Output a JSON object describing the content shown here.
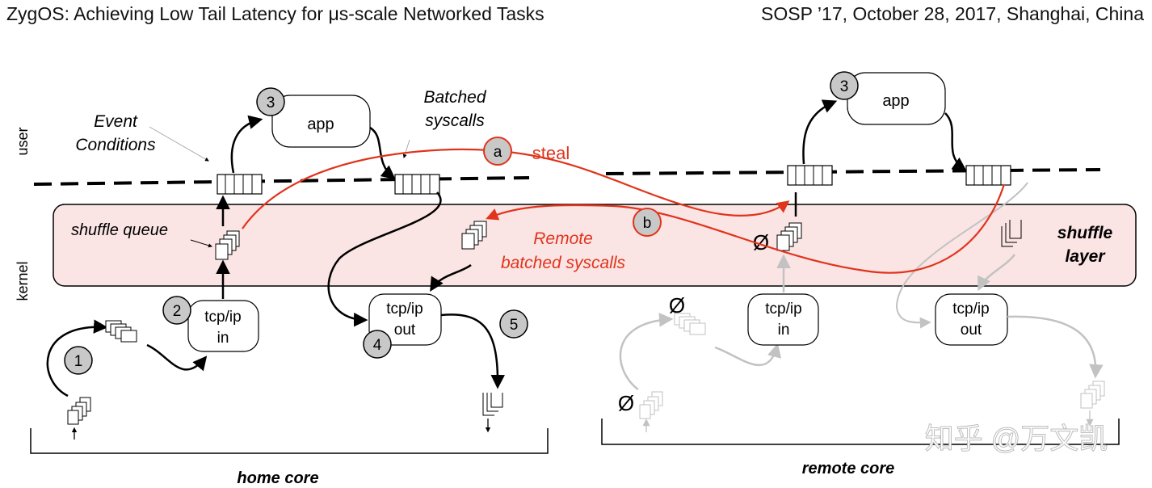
{
  "header": {
    "title": "ZygOS: Achieving Low Tail Latency for μs-scale Networked Tasks",
    "venue": "SOSP ’17, October 28, 2017, Shanghai, China"
  },
  "labels": {
    "user": "user",
    "kernel": "kernel",
    "event_conditions_1": "Event",
    "event_conditions_2": "Conditions",
    "batched_syscalls_1": "Batched",
    "batched_syscalls_2": "syscalls",
    "shuffle_queue": "shuffle queue",
    "remote_batched_1": "Remote",
    "remote_batched_2": "batched syscalls",
    "steal": "steal",
    "shuffle_layer_1": "shuffle",
    "shuffle_layer_2": "layer",
    "home_core": "home core",
    "remote_core": "remote core",
    "empty_symbol": "Ø",
    "watermark": "知乎 @万文凯"
  },
  "boxes": {
    "app_home": "app",
    "app_remote": "app",
    "tcpip_in_home_1": "tcp/ip",
    "tcpip_in_home_2": "in",
    "tcpip_out_home_1": "tcp/ip",
    "tcpip_out_home_2": "out",
    "tcpip_in_remote_1": "tcp/ip",
    "tcpip_in_remote_2": "in",
    "tcpip_out_remote_1": "tcp/ip",
    "tcpip_out_remote_2": "out"
  },
  "steps": {
    "s1": "1",
    "s2": "2",
    "s3": "3",
    "s3r": "3",
    "s4": "4",
    "s5": "5",
    "a": "a",
    "b": "b"
  },
  "colors": {
    "red": "#e0341c",
    "shuffle_fill": "#fbe4e4",
    "gray_path": "#c2c2c2",
    "step_circle": "#c8c8c8"
  }
}
